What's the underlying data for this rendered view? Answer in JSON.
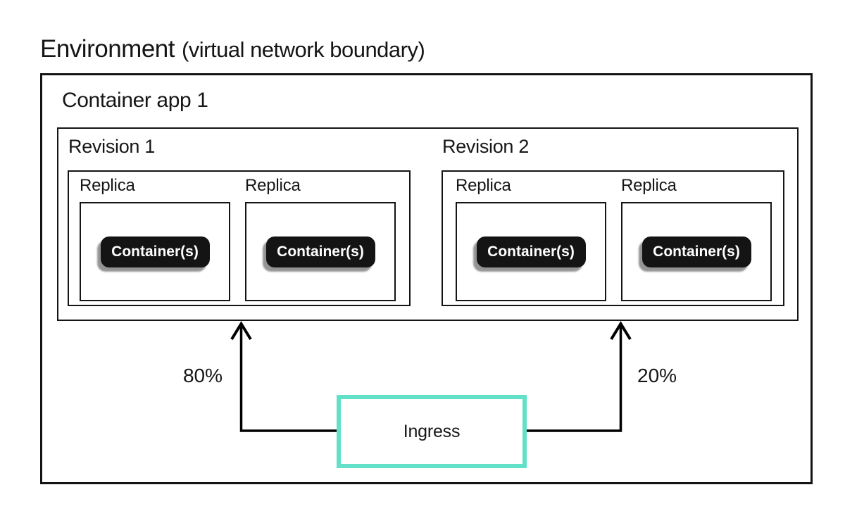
{
  "diagram": {
    "title": {
      "main": "Environment",
      "suffix": "(virtual network boundary)"
    },
    "container_app": {
      "label": "Container app 1",
      "revisions": [
        {
          "label": "Revision 1",
          "traffic_percent": "80%",
          "replicas": [
            {
              "label": "Replica",
              "containers_label": "Container(s)"
            },
            {
              "label": "Replica",
              "containers_label": "Container(s)"
            }
          ]
        },
        {
          "label": "Revision 2",
          "traffic_percent": "20%",
          "replicas": [
            {
              "label": "Replica",
              "containers_label": "Container(s)"
            },
            {
              "label": "Replica",
              "containers_label": "Container(s)"
            }
          ]
        }
      ]
    },
    "ingress": {
      "label": "Ingress"
    },
    "colors": {
      "ingress_border": "#62E1C8",
      "container_badge_bg": "#141414",
      "container_badge_text": "#FFFFFF",
      "line": "#000000"
    }
  }
}
